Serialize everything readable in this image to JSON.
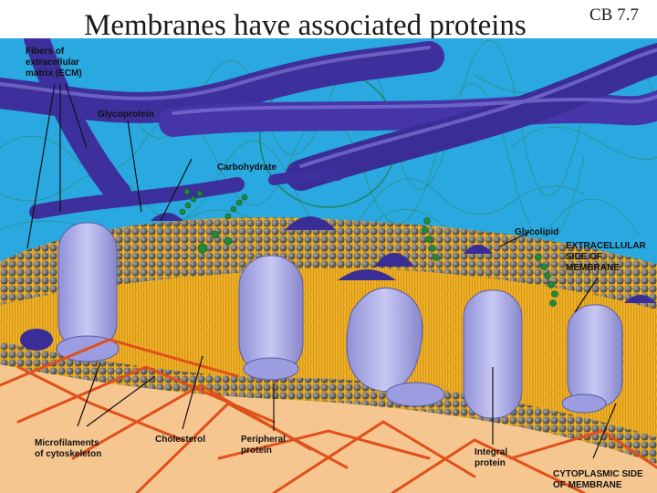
{
  "slide": {
    "title": "Membranes have associated proteins",
    "reference": "CB 7.7"
  },
  "figure": {
    "labels": {
      "ecm": [
        "Fibers of",
        "extracellular",
        "matrix (ECM)"
      ],
      "glycoprotein": "Glycoprotein",
      "carbohydrate": "Carbohydrate",
      "glycolipid": "Glycolipid",
      "extracellular_side": [
        "EXTRACELLULAR",
        "SIDE OF",
        "MEMBRANE"
      ],
      "microfilaments": [
        "Microfilaments",
        "of cytoskeleton"
      ],
      "cholesterol": "Cholesterol",
      "peripheral": [
        "Peripheral",
        "protein"
      ],
      "integral": [
        "Integral",
        "protein"
      ],
      "cytoplasmic_side": [
        "CYTOPLASMIC SIDE",
        "OF MEMBRANE"
      ]
    },
    "colors": {
      "extracellular": "#2aa8e0",
      "cytoplasm": "#f6c690",
      "ecm_fiber": "#3d2f9c",
      "protein": "#b8b8ea",
      "lipid_head": "#6a6a6a",
      "lipid_tail": "#f0b020",
      "carbohydrate": "#1f8a3a",
      "microfilament": "#e0501a"
    }
  }
}
